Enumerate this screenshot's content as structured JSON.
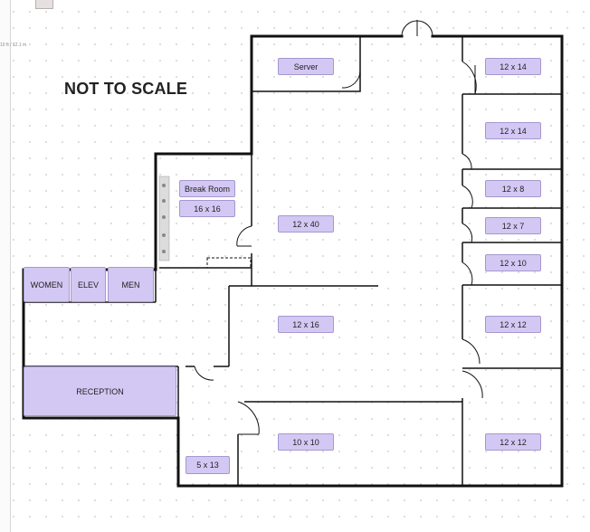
{
  "app": {
    "ruler_label": "10 ft / 12.1 m"
  },
  "note": "NOT TO SCALE",
  "rooms": {
    "server": "Server",
    "r1": "12 x 14",
    "r2": "12 x 14",
    "r3": "12 x 8",
    "r4": "12 x 7",
    "r5": "12 x 10",
    "r6": "12 x 12",
    "r7": "12 x 12",
    "break_room": "Break Room",
    "break_size": "16 x 16",
    "r40": "12 x 40",
    "r16": "12 x 16",
    "women": "WOMEN",
    "elev": "ELEV",
    "men": "MEN",
    "reception": "RECEPTION",
    "r10": "10 x 10",
    "r513": "5 x 13"
  },
  "colors": {
    "room_fill": "#d3c8f3",
    "wall": "#111111",
    "grid_dot": "#d4d4d4"
  }
}
